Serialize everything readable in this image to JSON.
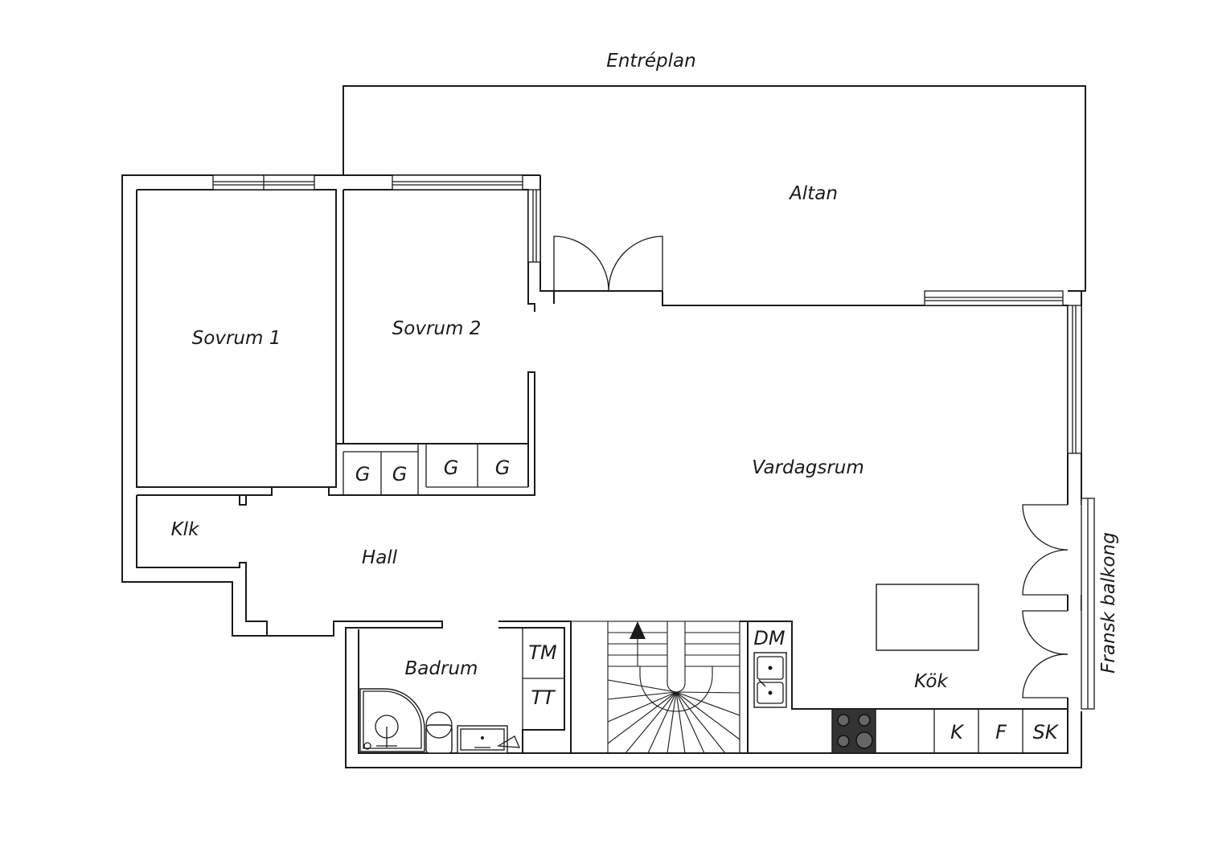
{
  "plan": {
    "title": "Entréplan",
    "rooms": {
      "altan": "Altan",
      "sovrum1": "Sovrum 1",
      "sovrum2": "Sovrum 2",
      "vardagsrum": "Vardagsrum",
      "hall": "Hall",
      "klk": "Klk",
      "badrum": "Badrum",
      "kok": "Kök",
      "fransk_balkong": "Fransk balkong"
    },
    "fixtures": {
      "garderob": "G",
      "tm": "TM",
      "tt": "TT",
      "dm": "DM",
      "kyl": "K",
      "frys": "F",
      "skap": "SK"
    }
  }
}
